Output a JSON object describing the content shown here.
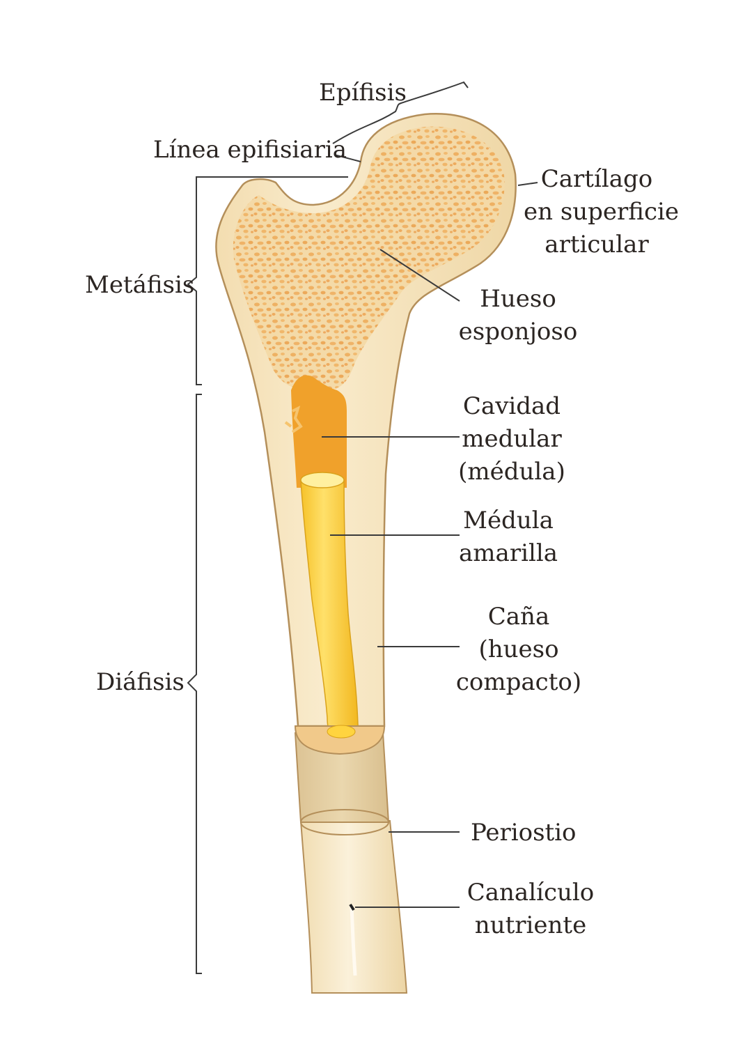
{
  "labels": {
    "epifisis": "Epífisis",
    "linea_epifisiaria": "Línea epifisiaria",
    "metafisis": "Metáfisis",
    "diafisis": "Diáfisis",
    "cartilago": [
      "Cartílago",
      "en superficie",
      "articular"
    ],
    "hueso_esponjoso": [
      "Hueso",
      "esponjoso"
    ],
    "cavidad_medular": [
      "Cavidad",
      "medular",
      "(médula)"
    ],
    "medula_amarilla": [
      "Médula",
      "amarilla"
    ],
    "cana": [
      "Caña",
      "(hueso",
      "compacto)"
    ],
    "periostio": "Periostio",
    "canaliculo": [
      "Canalículo",
      "nutriente"
    ]
  },
  "colors": {
    "bone_compact": "#f7e6bf",
    "bone_outline": "#b48f5a",
    "spongy": "#eeb163",
    "red_marrow": "#f0a12b",
    "yellow_marrow": "#ffd43f",
    "periosteum": "#e7d3a8",
    "label_text": "#2b2522",
    "leader_line": "#3a3a3a"
  }
}
